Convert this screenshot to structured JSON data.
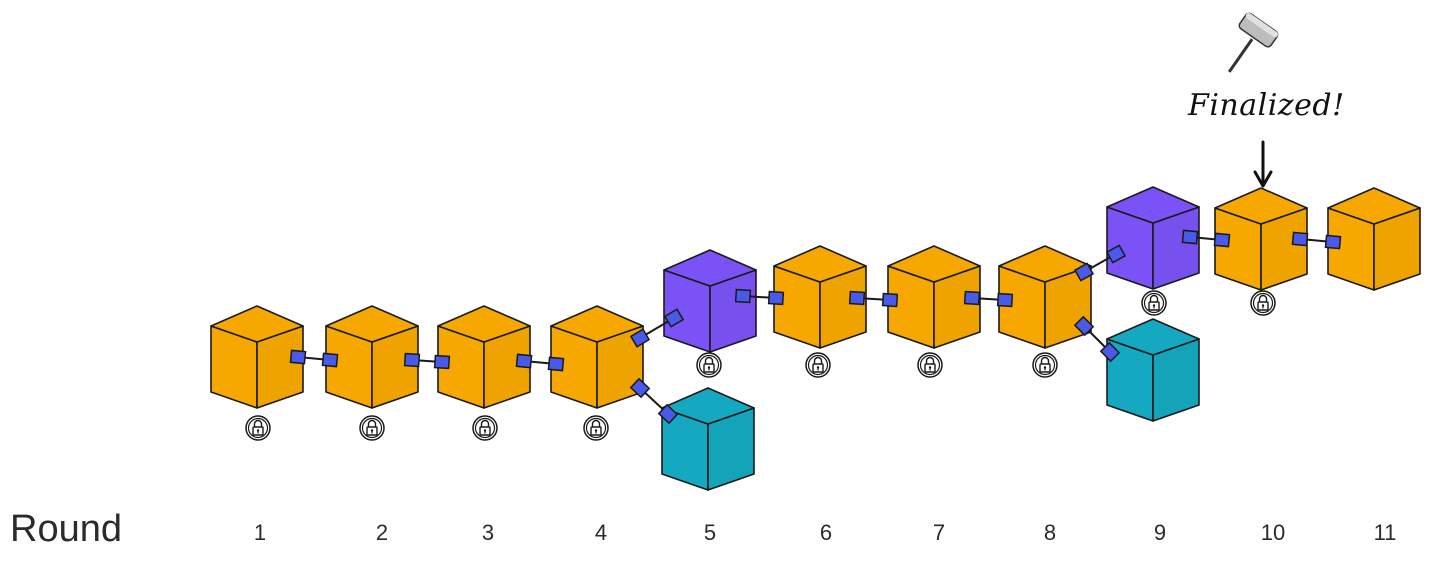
{
  "colors": {
    "block": "#f6a800",
    "forkTop": "#7b52f5",
    "forkBottom": "#14a9c0",
    "link": "#4a5ae8",
    "stroke": "#1a1a1a"
  },
  "final_label": "Finalized!",
  "round_label": "Round",
  "rounds": [
    "1",
    "2",
    "3",
    "4",
    "5",
    "6",
    "7",
    "8",
    "9",
    "10",
    "11"
  ],
  "icons": [
    "lock-icon",
    "hammer-icon",
    "down-arrow-icon",
    "chain-link-icon"
  ]
}
